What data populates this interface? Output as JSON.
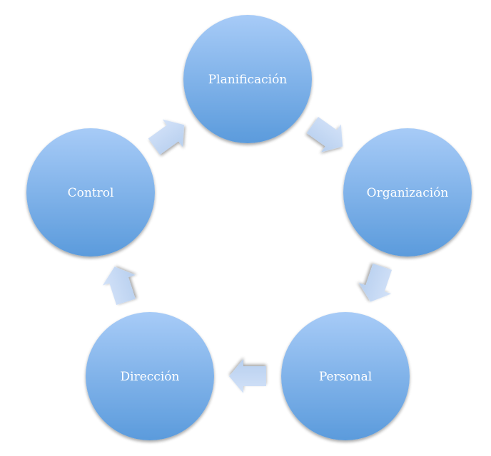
{
  "diagram": {
    "type": "cycle",
    "nodes": [
      {
        "id": "planificacion",
        "label": "Planificación"
      },
      {
        "id": "organizacion",
        "label": "Organización"
      },
      {
        "id": "personal",
        "label": "Personal"
      },
      {
        "id": "direccion",
        "label": "Dirección"
      },
      {
        "id": "control",
        "label": "Control"
      }
    ],
    "edges": [
      {
        "from": "planificacion",
        "to": "organizacion"
      },
      {
        "from": "organizacion",
        "to": "personal"
      },
      {
        "from": "personal",
        "to": "direccion"
      },
      {
        "from": "direccion",
        "to": "control"
      },
      {
        "from": "control",
        "to": "planificacion"
      }
    ],
    "colors": {
      "circle_top": "#a7cbf7",
      "circle_bottom": "#5b9bdc",
      "arrow_top": "#d3e2f8",
      "arrow_bottom": "#b7cfef",
      "label": "#ffffff"
    }
  }
}
